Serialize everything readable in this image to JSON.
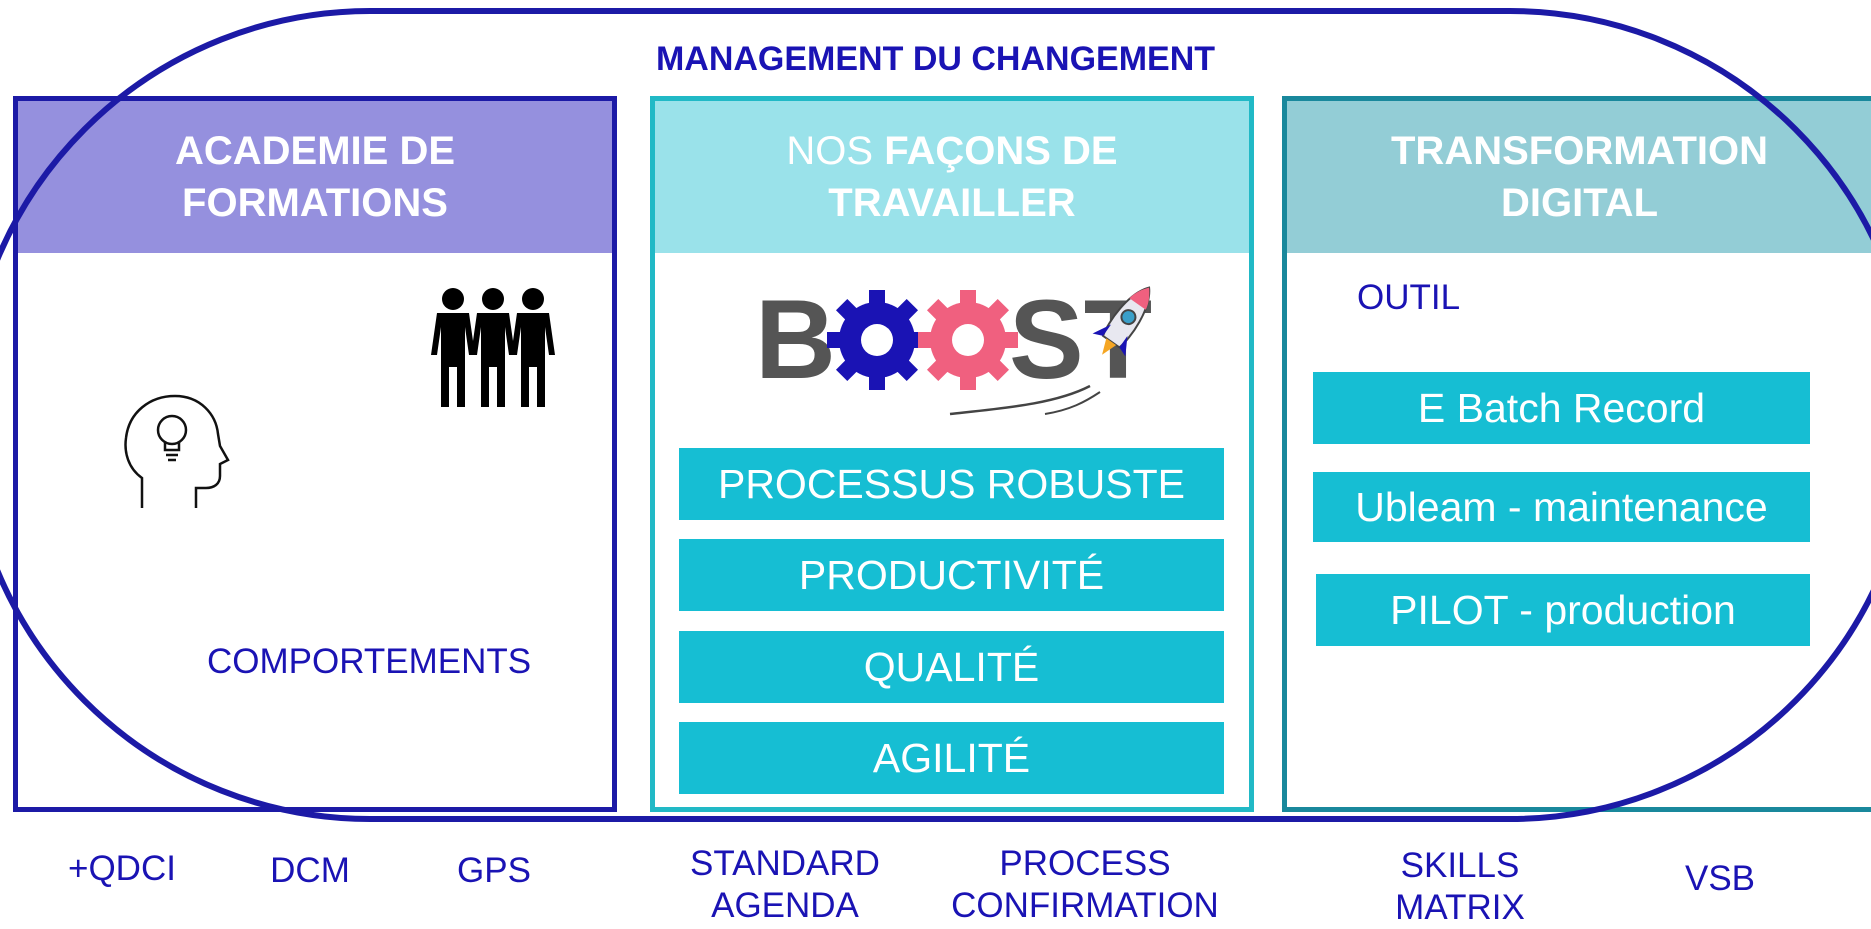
{
  "title": "MANAGEMENT DU CHANGEMENT",
  "columns": {
    "academie": {
      "heading_line1": "ACADEMIE DE",
      "heading_line2": "FORMATIONS",
      "comportements": "COMPORTEMENTS"
    },
    "facons": {
      "heading_normal": "NOS ",
      "heading_bold": "FAÇONS DE",
      "heading_line2": "TRAVAILLER",
      "logo_text": "BOOST",
      "items": [
        "PROCESSUS ROBUSTE",
        "PRODUCTIVITÉ",
        "QUALITÉ",
        "AGILITÉ"
      ]
    },
    "digital": {
      "heading_line1": "TRANSFORMATION",
      "heading_line2": "DIGITAL",
      "outil": "OUTIL",
      "tools": [
        "E Batch Record",
        "Ubleam  - maintenance",
        "PILOT - production"
      ]
    }
  },
  "bottom_labels": {
    "qdci": "+QDCI",
    "dcm": "DCM",
    "gps": "GPS",
    "standard_line1": "STANDARD",
    "standard_line2": "AGENDA",
    "process_line1": "PROCESS",
    "process_line2": "CONFIRMATION",
    "skills_line1": "SKILLS",
    "skills_line2": "MATRIX",
    "vsb": "VSB"
  },
  "colors": {
    "dark_blue": "#1a13b4",
    "purple_header": "#9590de",
    "light_cyan_header": "#9ae2ea",
    "teal_header": "#93cdd6",
    "teal_box": "#16bed3",
    "gear_blue": "#1a13b4",
    "gear_pink": "#f0607f"
  },
  "icons": [
    "head-lightbulb-icon",
    "people-group-icon",
    "rocket-icon",
    "gear-icon"
  ]
}
